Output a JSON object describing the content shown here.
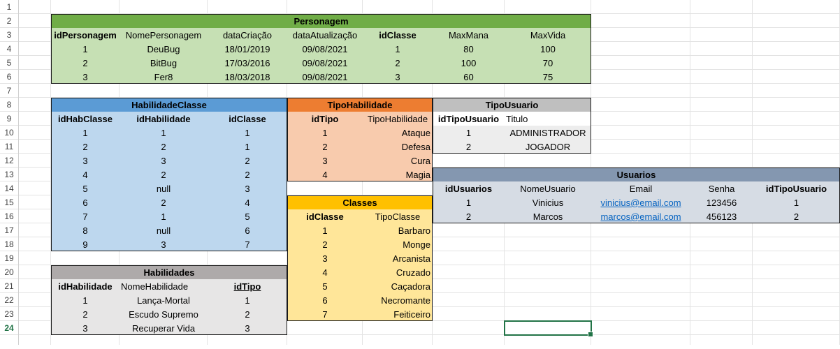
{
  "row_numbers": [
    "1",
    "2",
    "3",
    "4",
    "5",
    "6",
    "7",
    "8",
    "9",
    "10",
    "11",
    "12",
    "13",
    "14",
    "15",
    "16",
    "17",
    "18",
    "19",
    "20",
    "21",
    "22",
    "23",
    "24",
    ""
  ],
  "active_row": "24",
  "colors": {
    "green_header": "#70ad47",
    "green_light": "#c6e0b4",
    "blue_header": "#5b9bd5",
    "blue_light": "#bdd7ee",
    "orange_header": "#ed7d31",
    "orange_light": "#f8cbad",
    "gray_header": "#bfbfbf",
    "gray_light": "#ededed",
    "gold_header": "#ffc000",
    "gold_light": "#ffe699",
    "slate_header": "#8497b0",
    "slate_light": "#d6dce4",
    "hab_header": "#aeaaaa",
    "hab_light": "#e7e6e6",
    "selection": "#217346"
  },
  "personagem": {
    "title": "Personagem",
    "headers": [
      "idPersonagem",
      "NomePersonagem",
      "dataCriação",
      "dataAtualização",
      "idClasse",
      "MaxMana",
      "MaxVida"
    ],
    "rows": [
      [
        "1",
        "DeuBug",
        "18/01/2019",
        "09/08/2021",
        "1",
        "80",
        "100"
      ],
      [
        "2",
        "BitBug",
        "17/03/2016",
        "09/08/2021",
        "2",
        "100",
        "70"
      ],
      [
        "3",
        "Fer8",
        "18/03/2018",
        "09/08/2021",
        "3",
        "60",
        "75"
      ]
    ]
  },
  "habilidade_classe": {
    "title": "HabilidadeClasse",
    "headers": [
      "idHabClasse",
      "idHabilidade",
      "idClasse"
    ],
    "rows": [
      [
        "1",
        "1",
        "1"
      ],
      [
        "2",
        "2",
        "1"
      ],
      [
        "3",
        "3",
        "2"
      ],
      [
        "4",
        "2",
        "2"
      ],
      [
        "5",
        "null",
        "3"
      ],
      [
        "6",
        "2",
        "4"
      ],
      [
        "7",
        "1",
        "5"
      ],
      [
        "8",
        "null",
        "6"
      ],
      [
        "9",
        "3",
        "7"
      ]
    ]
  },
  "tipo_habilidade": {
    "title": "TipoHabilidade",
    "headers": [
      "idTipo",
      "TipoHabilidade"
    ],
    "rows": [
      [
        "1",
        "Ataque"
      ],
      [
        "2",
        "Defesa"
      ],
      [
        "3",
        "Cura"
      ],
      [
        "4",
        "Magia"
      ]
    ]
  },
  "tipo_usuario": {
    "title": "TipoUsuario",
    "headers": [
      "idTipoUsuario",
      "Titulo"
    ],
    "rows": [
      [
        "1",
        "ADMINISTRADOR"
      ],
      [
        "2",
        "JOGADOR"
      ]
    ]
  },
  "usuarios": {
    "title": "Usuarios",
    "headers": [
      "idUsuarios",
      "NomeUsuario",
      "Email",
      "Senha",
      "idTipoUsuario"
    ],
    "rows": [
      [
        "1",
        "Vinicius",
        "vinicius@email.com",
        "123456",
        "1"
      ],
      [
        "2",
        "Marcos",
        "marcos@email.com",
        "456123",
        "2"
      ]
    ]
  },
  "classes": {
    "title": "Classes",
    "headers": [
      "idClasse",
      "TipoClasse"
    ],
    "rows": [
      [
        "1",
        "Barbaro"
      ],
      [
        "2",
        "Monge"
      ],
      [
        "3",
        "Arcanista"
      ],
      [
        "4",
        "Cruzado"
      ],
      [
        "5",
        "Caçadora"
      ],
      [
        "6",
        "Necromante"
      ],
      [
        "7",
        "Feiticeiro"
      ]
    ]
  },
  "habilidades": {
    "title": "Habilidades",
    "headers": [
      "idHabilidade",
      "NomeHabilidade",
      "idTipo"
    ],
    "rows": [
      [
        "1",
        "Lança-Mortal",
        "1"
      ],
      [
        "2",
        "Escudo Supremo",
        "2"
      ],
      [
        "3",
        "Recuperar Vida",
        "3"
      ]
    ]
  }
}
